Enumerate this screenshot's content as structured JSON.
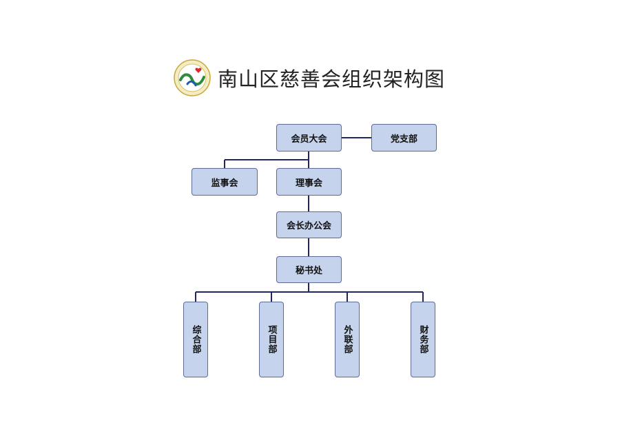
{
  "title": "南山区慈善会组织架构图",
  "colors": {
    "node_fill": "#c5d4ec",
    "node_border": "#5a6b9a",
    "connector": "#1f2466"
  },
  "logo": {
    "icon": "charity-logo-icon"
  },
  "nodes": {
    "general_assembly": "会员大会",
    "party_branch": "党支部",
    "supervisory_board": "监事会",
    "council": "理事会",
    "president_office": "会长办公会",
    "secretariat": "秘书处",
    "dept_general": "综合部",
    "dept_projects": "项目部",
    "dept_liaison": "外联部",
    "dept_finance": "财务部"
  }
}
